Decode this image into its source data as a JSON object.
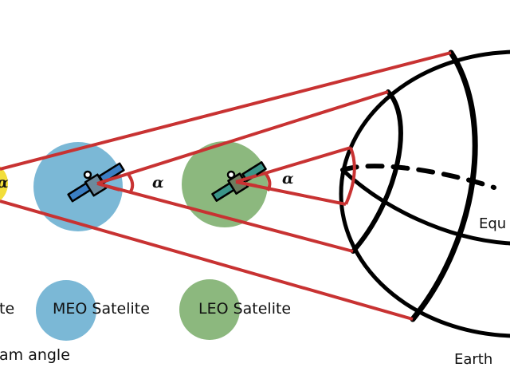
{
  "colors": {
    "beam": "#c83232",
    "meo": "#7bb8d6",
    "leo": "#8cb87e",
    "geo": "#f2de3a",
    "earth": "#000000"
  },
  "angle_symbol": "α",
  "legend": {
    "geo_partial": "te",
    "meo": "MEO Satelite",
    "leo": "LEO Satelite",
    "beam_angle_partial": "am angle"
  },
  "earth": {
    "label": "Earth",
    "equator_partial": "Equ"
  }
}
